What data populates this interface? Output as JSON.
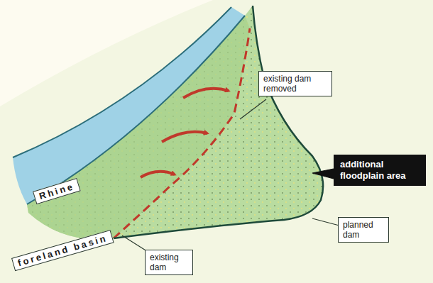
{
  "diagram": {
    "nodes": [
      {
        "text": [
          "Rhine"
        ]
      },
      {
        "text": [
          "foreland basin"
        ]
      },
      {
        "text": [
          "existing dam removed"
        ]
      },
      {
        "text": [
          "additional floodplain area"
        ]
      },
      {
        "text": [
          "planned dam"
        ]
      },
      {
        "text": [
          "existing dam"
        ]
      }
    ]
  }
}
